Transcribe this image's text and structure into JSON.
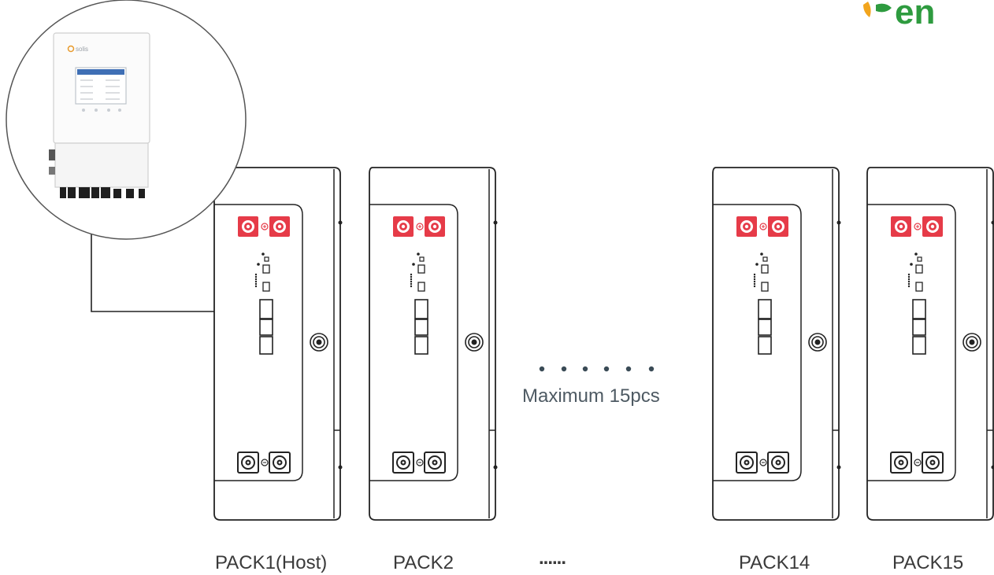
{
  "diagram": {
    "annotation": "Maximum 15pcs",
    "packs": [
      {
        "label": "PACK1(Host)"
      },
      {
        "label": "PACK2"
      },
      {
        "label": "PACK14"
      },
      {
        "label": "PACK15"
      }
    ],
    "ellipsis_label": "......",
    "logo_text": "en",
    "inverter_brand": "solis",
    "colors": {
      "terminal_positive": "#e63b48",
      "terminal_negative": "#3a3a3a",
      "outline": "#222222",
      "logo_green": "#2e9b3f"
    }
  }
}
